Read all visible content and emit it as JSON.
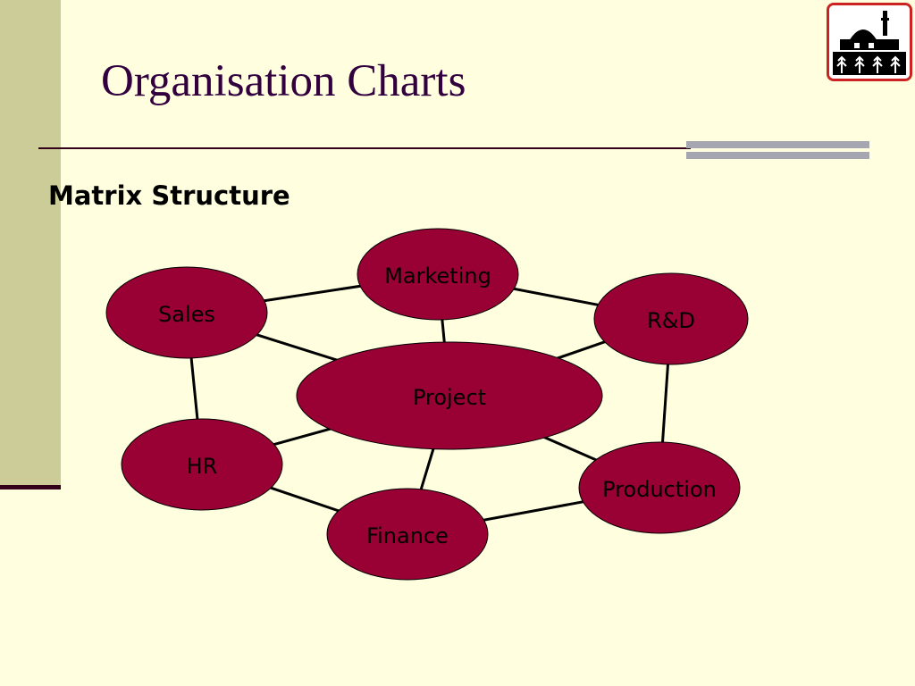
{
  "slide": {
    "title": "Organisation Charts",
    "subtitle": "Matrix Structure"
  },
  "colors": {
    "background": "#FFFFE0",
    "sidebar": "#CCCC99",
    "node_fill": "#990033",
    "title_text": "#33003F"
  },
  "logo": {
    "icon": "mosque-logo-icon"
  },
  "diagram": {
    "nodes": [
      {
        "id": "marketing",
        "label": "Marketing"
      },
      {
        "id": "sales",
        "label": "Sales"
      },
      {
        "id": "rd",
        "label": "R&D"
      },
      {
        "id": "project",
        "label": "Project"
      },
      {
        "id": "hr",
        "label": "HR"
      },
      {
        "id": "production",
        "label": "Production"
      },
      {
        "id": "finance",
        "label": "Finance"
      }
    ],
    "edges": [
      [
        "sales",
        "marketing"
      ],
      [
        "marketing",
        "rd"
      ],
      [
        "marketing",
        "project"
      ],
      [
        "sales",
        "project"
      ],
      [
        "rd",
        "project"
      ],
      [
        "sales",
        "hr"
      ],
      [
        "rd",
        "production"
      ],
      [
        "hr",
        "project"
      ],
      [
        "project",
        "finance"
      ],
      [
        "project",
        "production"
      ],
      [
        "hr",
        "finance"
      ],
      [
        "finance",
        "production"
      ]
    ]
  }
}
